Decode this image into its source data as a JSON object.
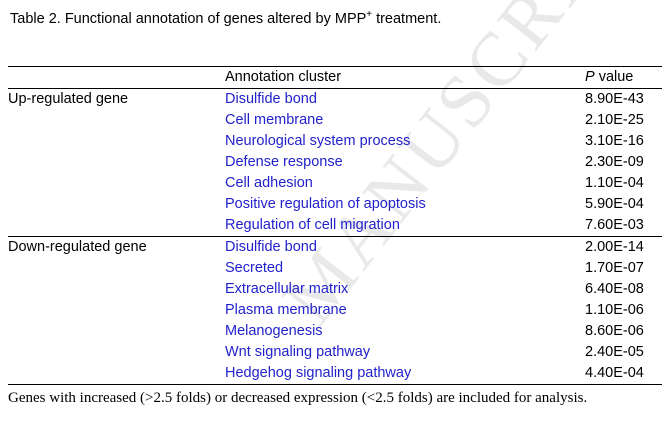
{
  "document": {
    "caption_prefix": "Table 2. Functional annotation of genes altered by MPP",
    "caption_superscript": "+",
    "caption_suffix": " treatment.",
    "watermark_text": "MANUSCRIPT",
    "footnote": "Genes with increased (>2.5 folds) or decreased expression (<2.5 folds) are included for analysis."
  },
  "colors": {
    "cluster_link": "#2222CC",
    "text": "#000000",
    "rule": "#000000",
    "watermark": "#E9E9E9",
    "background": "#FFFFFF"
  },
  "table": {
    "headers": {
      "group": "",
      "cluster": "Annotation cluster",
      "pvalue_italic": "P",
      "pvalue_rest": " value"
    },
    "sections": [
      {
        "group_label": "Up-regulated gene",
        "rows": [
          {
            "cluster": "Disulfide bond",
            "pvalue": "8.90E-43"
          },
          {
            "cluster": "Cell membrane",
            "pvalue": "2.10E-25"
          },
          {
            "cluster": "Neurological system process",
            "pvalue": "3.10E-16"
          },
          {
            "cluster": "Defense response",
            "pvalue": "2.30E-09"
          },
          {
            "cluster": "Cell adhesion",
            "pvalue": "1.10E-04"
          },
          {
            "cluster": "Positive regulation of apoptosis",
            "pvalue": "5.90E-04"
          },
          {
            "cluster": "Regulation of cell migration",
            "pvalue": "7.60E-03"
          }
        ]
      },
      {
        "group_label": "Down-regulated gene",
        "rows": [
          {
            "cluster": "Disulfide bond",
            "pvalue": "2.00E-14"
          },
          {
            "cluster": "Secreted",
            "pvalue": "1.70E-07"
          },
          {
            "cluster": "Extracellular matrix",
            "pvalue": "6.40E-08"
          },
          {
            "cluster": "Plasma membrane",
            "pvalue": "1.10E-06"
          },
          {
            "cluster": "Melanogenesis",
            "pvalue": "8.60E-06"
          },
          {
            "cluster": "Wnt signaling pathway",
            "pvalue": "2.40E-05"
          },
          {
            "cluster": "Hedgehog signaling pathway",
            "pvalue": "4.40E-04"
          }
        ]
      }
    ]
  }
}
